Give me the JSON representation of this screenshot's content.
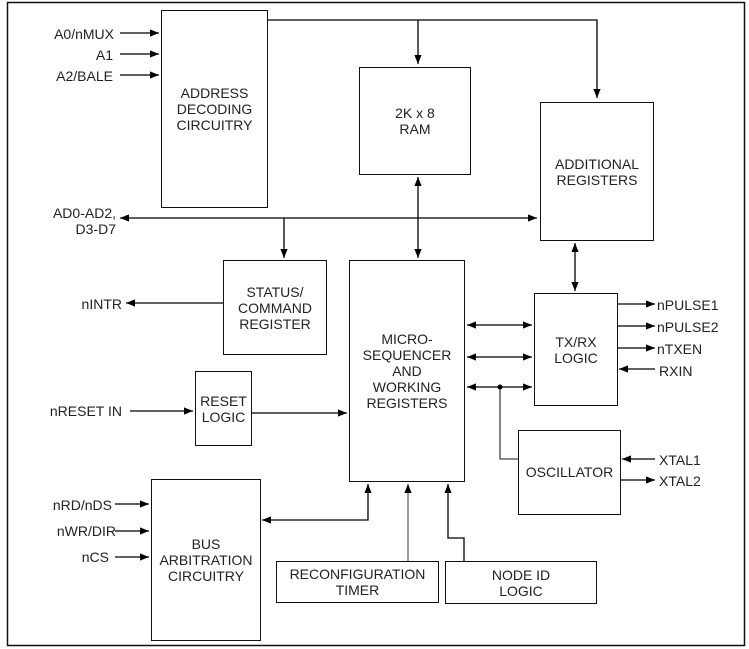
{
  "blocks": {
    "address_decoding": "ADDRESS\nDECODING\nCIRCUITRY",
    "ram": "2K x 8\nRAM",
    "additional_registers": "ADDITIONAL\nREGISTERS",
    "status_command": "STATUS/\nCOMMAND\nREGISTER",
    "microsequencer": "MICRO-\nSEQUENCER\nAND\nWORKING\nREGISTERS",
    "txrx": "TX/RX\nLOGIC",
    "reset_logic": "RESET\nLOGIC",
    "oscillator": "OSCILLATOR",
    "bus_arbitration": "BUS\nARBITRATION\nCIRCUITRY",
    "reconfig_timer": "RECONFIGURATION\nTIMER",
    "node_id": "NODE ID\nLOGIC"
  },
  "signals": {
    "a0": "A0/nMUX",
    "a1": "A1",
    "a2": "A2/BALE",
    "ad": "AD0-AD2,\nD3-D7",
    "nintr": "nINTR",
    "nreset": "nRESET IN",
    "nrd": "nRD/nDS",
    "nwr": "nWR/DIR",
    "ncs": "nCS",
    "npulse1": "nPULSE1",
    "npulse2": "nPULSE2",
    "ntxen": "nTXEN",
    "rxin": "RXIN",
    "xtal1": "XTAL1",
    "xtal2": "XTAL2"
  }
}
